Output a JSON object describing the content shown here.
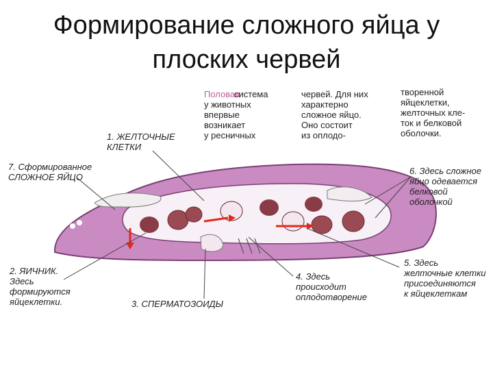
{
  "title": {
    "line1": "Формирование сложного яйца у",
    "line2": "плоских червей"
  },
  "intro": {
    "col1": [
      "Половая система",
      "у животных",
      "впервые",
      "возникает",
      "у ресничных"
    ],
    "col1_highlight": "Половая",
    "col2": [
      "червей. Для них",
      "характерно",
      "сложное яйцо.",
      "Оно состоит",
      "из оплодо-"
    ],
    "col3": [
      "творенной",
      "яйцеклетки,",
      "желточных кле-",
      "ток и белковой",
      "оболочки."
    ]
  },
  "labels": {
    "l1": [
      "1. ЖЕЛТОЧНЫЕ",
      "КЛЕТКИ"
    ],
    "l7": [
      "7. Сформированное",
      "СЛОЖНОЕ ЯЙЦО"
    ],
    "l6": [
      "6. Здесь сложное",
      "яйцо одевается",
      "белковой",
      "оболочкой"
    ],
    "l2": [
      "2. ЯИЧНИК.",
      "Здесь",
      "формируются",
      "яйцеклетки."
    ],
    "l3": [
      "3. СПЕРМАТОЗОИДЫ"
    ],
    "l4": [
      "4. Здесь",
      "происходит",
      "оплодотворение"
    ],
    "l5": [
      "5. Здесь",
      "желточные клетки",
      "присоединяются",
      "к яйцеклеткам"
    ]
  },
  "colors": {
    "body": "#c98bc2",
    "body_outline": "#7a3f73",
    "cavity": "#f7f0f6",
    "egg": "#8a3c46",
    "arrow": "#e0291c",
    "highlight_text": "#c45a9a"
  }
}
